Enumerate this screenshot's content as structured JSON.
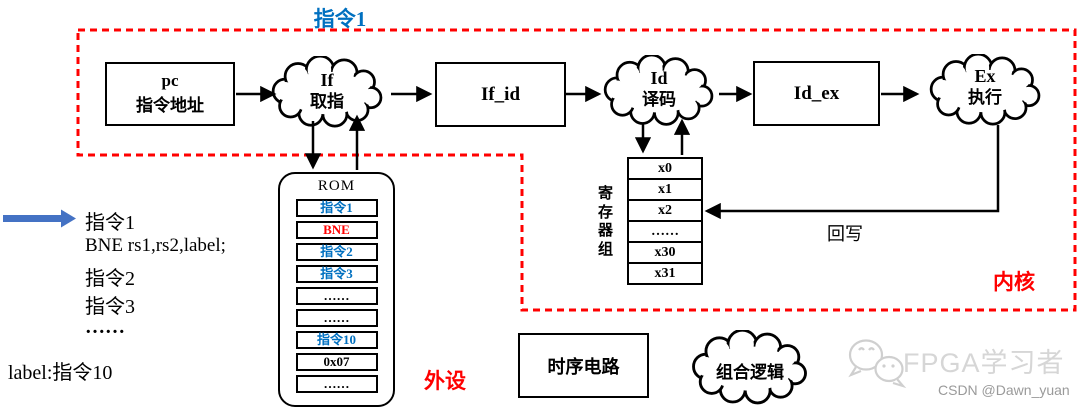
{
  "title": "指令1",
  "colors": {
    "accent_red": "#ff0000",
    "accent_blue": "#0070c0",
    "arrow_blue": "#4472c4"
  },
  "pipeline": {
    "pc_box": {
      "line1": "pc",
      "line2": "指令地址"
    },
    "if_cloud": {
      "line1": "If",
      "line2": "取指"
    },
    "if_id_box": {
      "label": "If_id"
    },
    "id_cloud": {
      "line1": "Id",
      "line2": "译码"
    },
    "id_ex_box": {
      "label": "Id_ex"
    },
    "ex_cloud": {
      "line1": "Ex",
      "line2": "执行"
    }
  },
  "rom": {
    "label": "ROM",
    "rows": [
      {
        "text": "指令1",
        "color": "blue"
      },
      {
        "text": "BNE",
        "color": "red"
      },
      {
        "text": "指令2",
        "color": "blue"
      },
      {
        "text": "指令3",
        "color": "blue"
      },
      {
        "text": "……",
        "color": "black"
      },
      {
        "text": "……",
        "color": "black"
      },
      {
        "text": "指令10",
        "color": "blue"
      },
      {
        "text": "0x07",
        "color": "black"
      },
      {
        "text": "……",
        "color": "black"
      }
    ]
  },
  "register_file": {
    "label": "寄存器组",
    "rows": [
      "x0",
      "x1",
      "x2",
      "……",
      "x30",
      "x31"
    ]
  },
  "program": {
    "lines": [
      "指令1",
      "BNE rs1,rs2,label;",
      "指令2",
      "指令3",
      "……",
      "label:指令10"
    ]
  },
  "labels": {
    "writeback": "回写",
    "core": "内核",
    "peripheral": "外设"
  },
  "legend": {
    "seq_box": "时序电路",
    "comb_cloud": "组合逻辑"
  },
  "watermark": {
    "brand": "FPGA学习者",
    "credit": "CSDN @Dawn_yuan"
  }
}
